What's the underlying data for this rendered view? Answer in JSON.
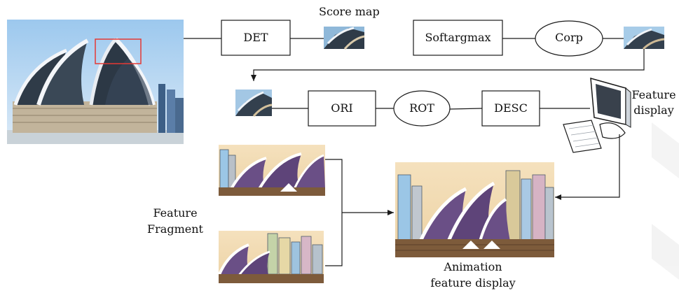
{
  "diagram": {
    "nodes": {
      "det": "DET",
      "softargmax": "Softargmax",
      "corp": "Corp",
      "ori": "ORI",
      "rot": "ROT",
      "desc": "DESC"
    },
    "labels": {
      "score_map": "Score map",
      "feature_display_1": "Feature",
      "feature_display_2": "display",
      "feature_fragment_1": "Feature",
      "feature_fragment_2": "Fragment",
      "animation_1": "Animation",
      "animation_2": "feature display"
    }
  },
  "colors": {
    "line": "#1a1a1a",
    "highlight_box": "#e53935",
    "sky": "#cfe2f3",
    "sail": "#eef2f7",
    "sail_shadow": "#2f3b48",
    "cartoon_bg": "#f3ddb4",
    "cartoon_purple": "#6a4f86"
  }
}
